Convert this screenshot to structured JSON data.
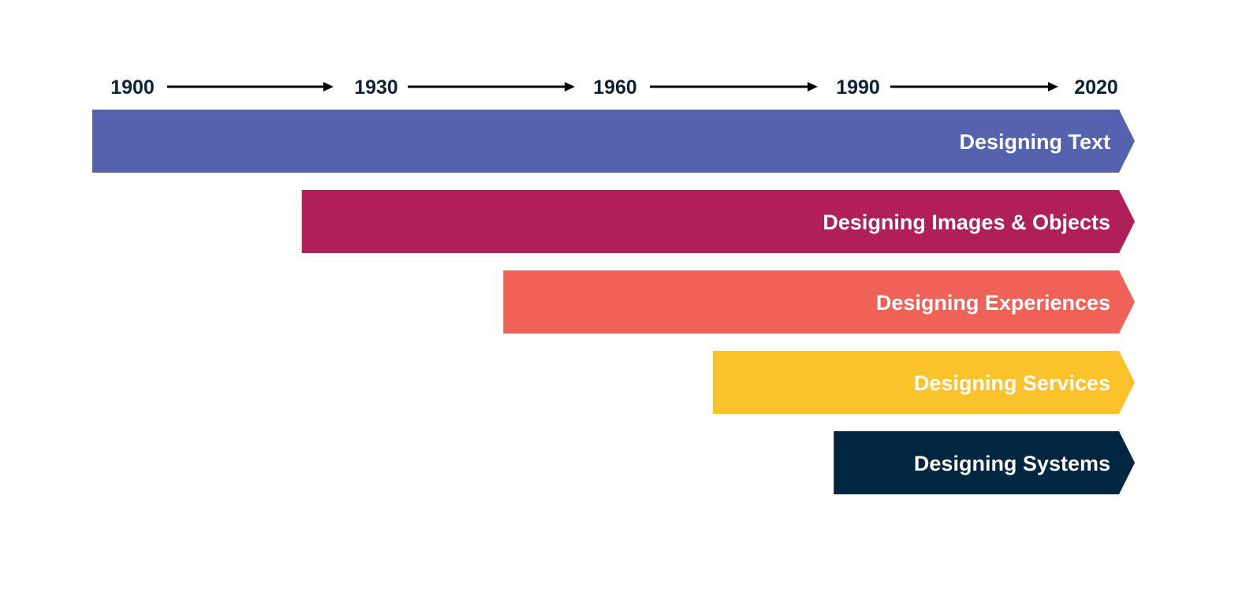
{
  "timeline": {
    "years": [
      "1900",
      "1930",
      "1960",
      "1990",
      "2020"
    ],
    "bands": [
      {
        "label": "Designing Text",
        "start_year": 1900,
        "color": "#5563ae"
      },
      {
        "label": "Designing Images & Objects",
        "start_year": 1926,
        "color": "#b01f57"
      },
      {
        "label": "Designing Experiences",
        "start_year": 1951,
        "color": "#f06257"
      },
      {
        "label": "Designing Services",
        "start_year": 1977,
        "color": "#fcc22b"
      },
      {
        "label": "Designing Systems",
        "start_year": 1992,
        "color": "#01263f"
      }
    ],
    "year_color": "#0b2238",
    "label_color": "#ffffff"
  }
}
